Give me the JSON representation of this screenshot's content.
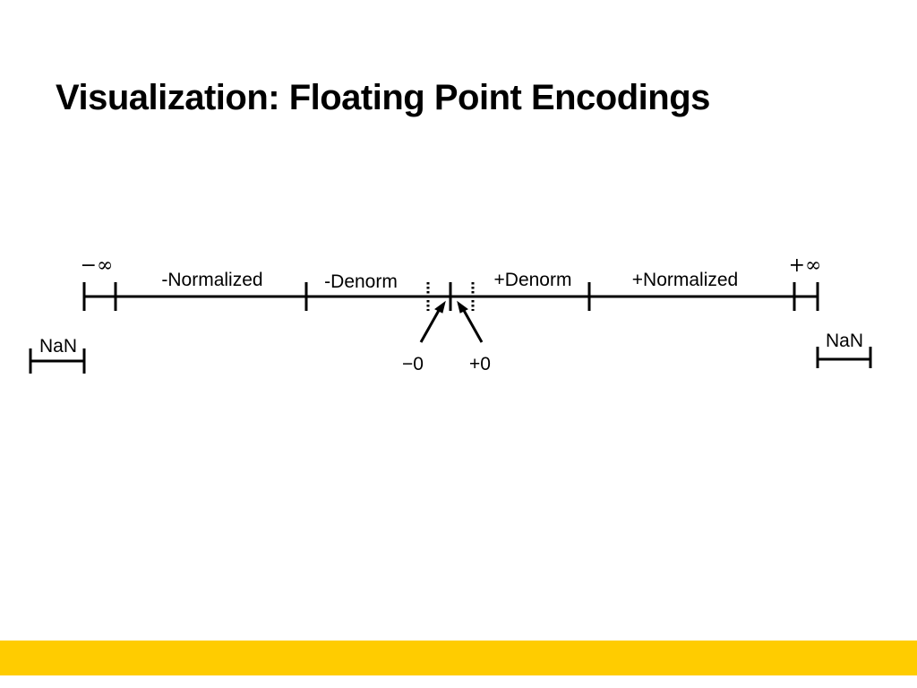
{
  "slide": {
    "title": "Visualization: Floating Point Encodings"
  },
  "diagram": {
    "labels": {
      "neg_infinity": "−∞",
      "pos_infinity": "+∞",
      "neg_normalized": "-Normalized",
      "neg_denorm": "-Denorm",
      "pos_denorm": "+Denorm",
      "pos_normalized": "+Normalized",
      "neg_zero": "−0",
      "pos_zero": "+0",
      "nan_left": "NaN",
      "nan_right": "NaN"
    },
    "colors": {
      "line": "#000000",
      "footer_accent": "#FFCC00"
    }
  }
}
